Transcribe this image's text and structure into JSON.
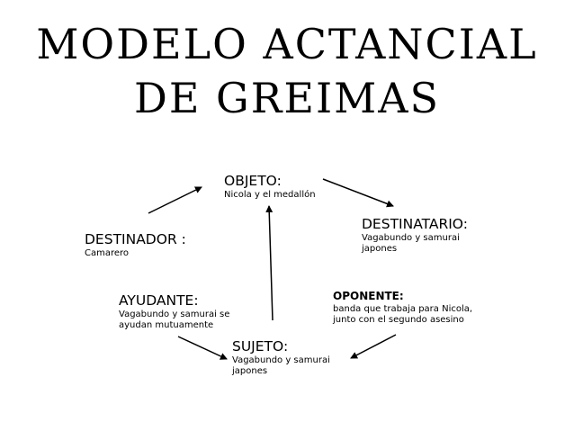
{
  "title": {
    "line1": "MODELO ACTANCIAL",
    "line2": "DE GREIMAS"
  },
  "nodes": {
    "objeto": {
      "label": "OBJETO:",
      "desc": "Nicola y el medallón"
    },
    "destinatario": {
      "label": "DESTINATARIO:",
      "desc": [
        "Vagabundo y samurai",
        "japones"
      ]
    },
    "destinador": {
      "label": "DESTINADOR :",
      "desc": "Camarero"
    },
    "ayudante": {
      "label": "AYUDANTE:",
      "desc": [
        "Vagabundo y samurai se",
        "ayudan mutuamente"
      ]
    },
    "oponente": {
      "label": "OPONENTE:",
      "desc": [
        "banda que trabaja para Nicola,",
        "junto con el segundo asesino"
      ]
    },
    "sujeto": {
      "label": "SUJETO:",
      "desc": [
        "Vagabundo y samurai",
        "japones"
      ]
    }
  },
  "colors": {
    "text": "#000000",
    "background": "#ffffff",
    "arrow": "#000000"
  },
  "arrows": [
    {
      "from": "destinador",
      "to": "objeto"
    },
    {
      "from": "objeto",
      "to": "destinatario"
    },
    {
      "from": "sujeto",
      "to": "objeto"
    },
    {
      "from": "ayudante",
      "to": "sujeto"
    },
    {
      "from": "oponente",
      "to": "sujeto"
    }
  ]
}
